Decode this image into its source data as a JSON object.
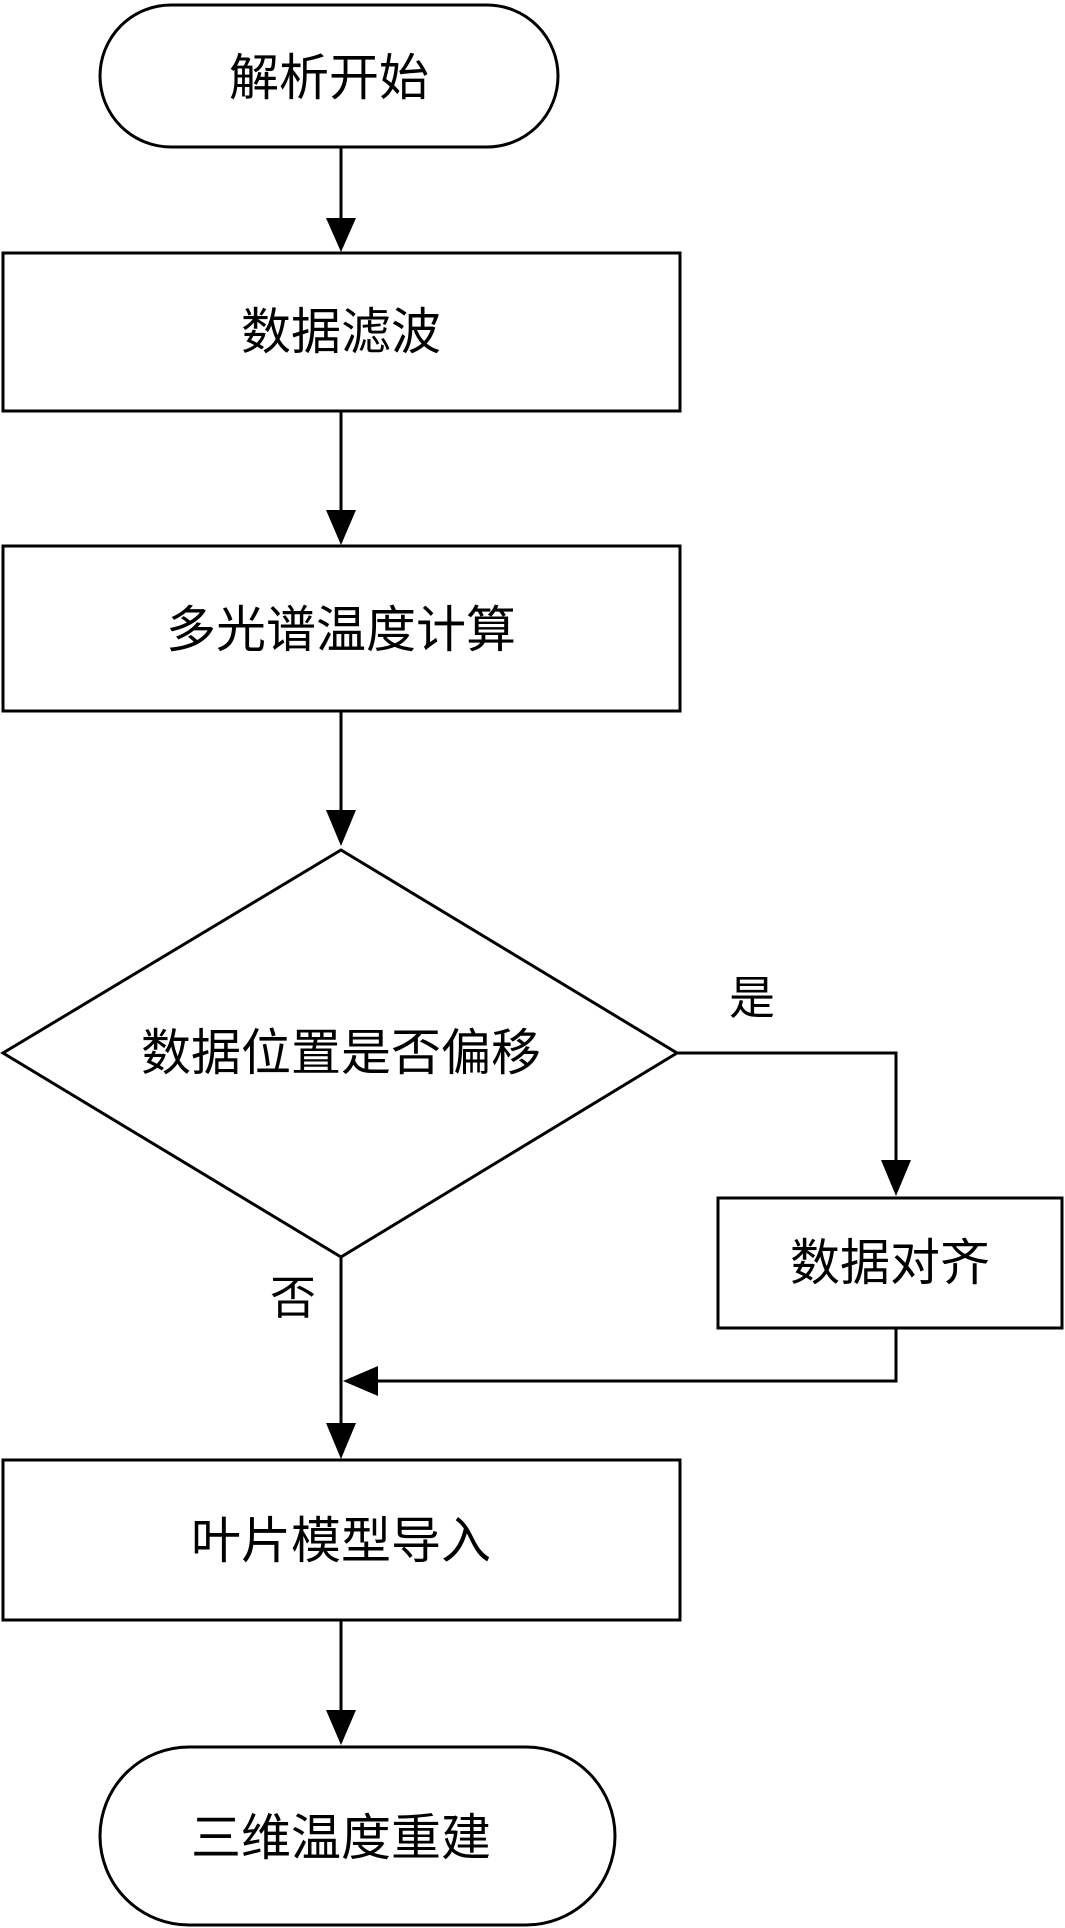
{
  "nodes": {
    "start": "解析开始",
    "filter": "数据滤波",
    "calc": "多光谱温度计算",
    "decision": "数据位置是否偏移",
    "align": "数据对齐",
    "import": "叶片模型导入",
    "end": "三维温度重建"
  },
  "branches": {
    "yes": "是",
    "no": "否"
  }
}
